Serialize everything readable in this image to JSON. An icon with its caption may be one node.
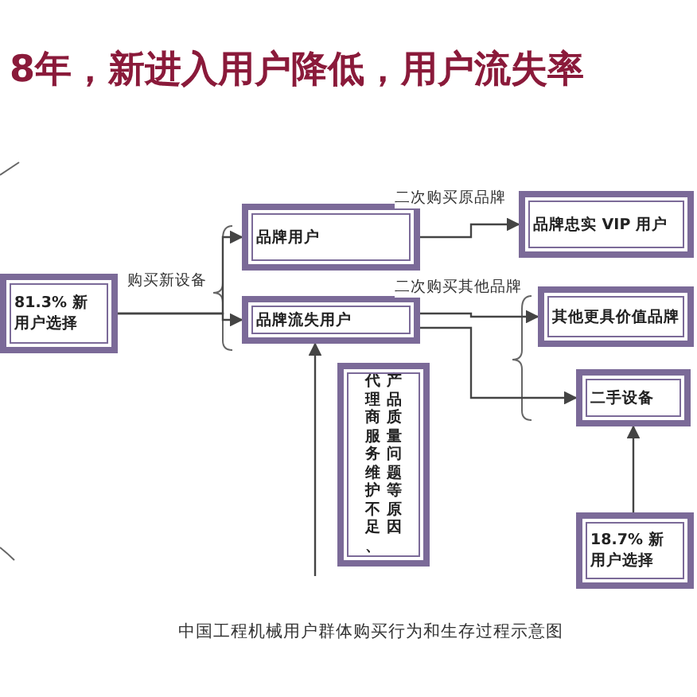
{
  "diagram": {
    "title": "8年，新进入用户降低，用户流失率",
    "caption": "中国工程机械用户群体购买行为和生存过程示意图",
    "nodes": [
      {
        "text": [
          "81.3% 新用户选择"
        ]
      },
      {
        "text": [
          "品牌用户"
        ]
      },
      {
        "text": [
          "品牌流失用户"
        ]
      },
      {
        "text": [
          "代理商服务维护不足、产品质量问题等原因"
        ]
      },
      {
        "text": [
          "品牌忠实 VIP 用户"
        ]
      },
      {
        "text": [
          "其他更具价值品牌"
        ]
      },
      {
        "text": [
          "二手设备"
        ]
      },
      {
        "text": [
          "18.7% 新用户选择"
        ]
      }
    ],
    "edges": [
      {
        "from": 0,
        "to": 1,
        "arrow": "to",
        "label": "购买新设备"
      },
      {
        "from": 0,
        "to": 2,
        "arrow": "to"
      },
      {
        "from": 1,
        "to": 4,
        "arrow": "to",
        "label": "二次购买原品牌"
      },
      {
        "from": 2,
        "to": 5,
        "arrow": "to",
        "label": "二次购买其他品牌"
      },
      {
        "from": 2,
        "to": 6,
        "arrow": "to"
      },
      {
        "from": 7,
        "to": 6,
        "arrow": "to"
      },
      {
        "from": null,
        "to": 2,
        "arrow": "to"
      }
    ]
  }
}
